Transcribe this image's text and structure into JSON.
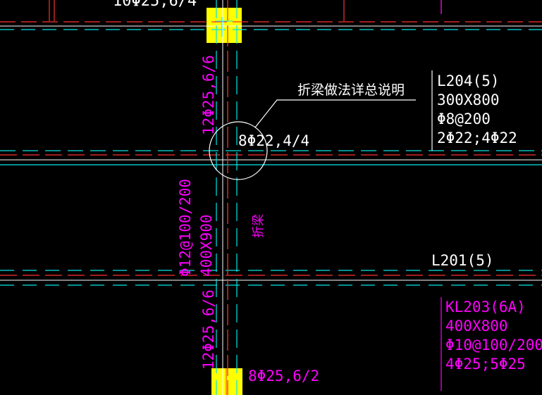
{
  "drawing": {
    "top_partial_label": "10Φ25,6/4",
    "callout": {
      "note": "折梁做法详总说明",
      "rebar": "8Φ22,4/4"
    },
    "beam_L204": {
      "name": "L204(5)",
      "section": "300X800",
      "stirrup": "Φ8@200",
      "rebar": "2Φ22;4Φ22"
    },
    "beam_L201": {
      "name": "L201(5)"
    },
    "beam_KL203": {
      "name": "KL203(6A)",
      "section": "400X800",
      "stirrup": "Φ10@100/200",
      "rebar": "4Φ25;5Φ25"
    },
    "vertical_beam": {
      "upper_rebar": "12Φ25,6/6",
      "stirrup": "Φ12@100/200",
      "section": "400X900",
      "lower_rebar": "12Φ25,6/6",
      "tag": "折梁"
    },
    "bottom_rebar": "8Φ25,6/2",
    "colors": {
      "background": "#000000",
      "cyan": "#00e5e5",
      "red": "#ff3030",
      "white": "#ffffff",
      "magenta": "#ff00ff",
      "yellow": "#ffff00"
    }
  }
}
